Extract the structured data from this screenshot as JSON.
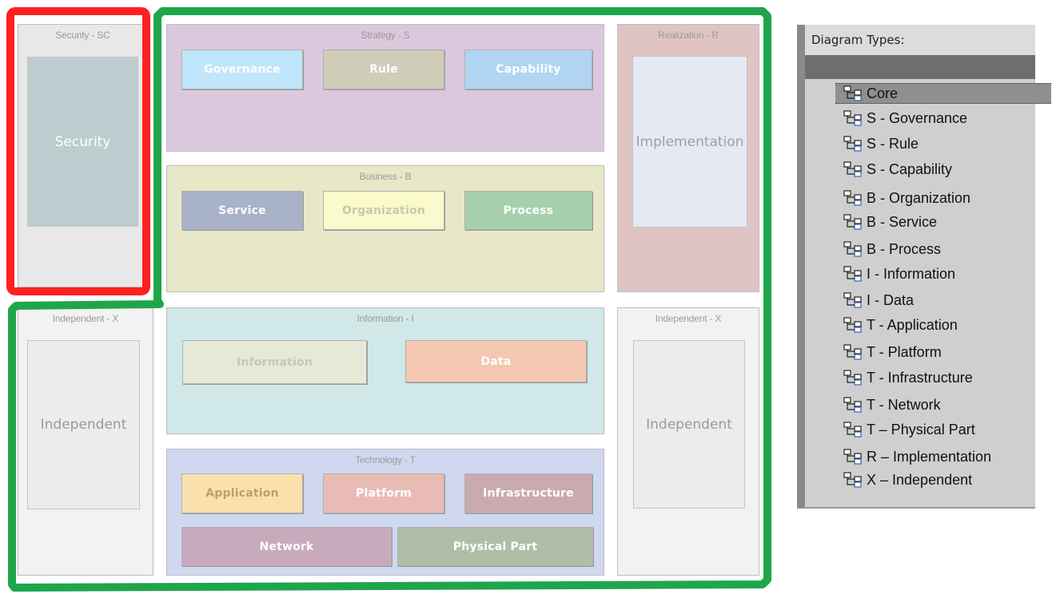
{
  "security": {
    "region_title": "Security - SC",
    "box_label": "Security"
  },
  "strategy": {
    "region_title": "Strategy - S",
    "boxes": [
      "Governance",
      "Rule",
      "Capability"
    ]
  },
  "business": {
    "region_title": "Business - B",
    "boxes": [
      "Service",
      "Organization",
      "Process"
    ]
  },
  "realization": {
    "region_title": "Realization - R",
    "box_label": "Implementation"
  },
  "independent_left": {
    "region_title": "Independent - X",
    "box_label": "Independent"
  },
  "information": {
    "region_title": "Information - I",
    "boxes": [
      "Information",
      "Data"
    ]
  },
  "independent_right": {
    "region_title": "Independent - X",
    "box_label": "Independent"
  },
  "technology": {
    "region_title": "Technology - T",
    "boxes": [
      "Application",
      "Platform",
      "Infrastructure",
      "Network",
      "Physical Part"
    ]
  },
  "diagram_types": {
    "header": "Diagram Types:",
    "items": [
      "Core",
      "S - Governance",
      "S - Rule",
      "S - Capability",
      "B - Organization",
      "B - Service",
      "B - Process",
      "I - Information",
      "I - Data",
      "T - Application",
      "T - Platform",
      "T - Infrastructure",
      "T - Network",
      "T – Physical Part",
      "R – Implementation",
      "X – Independent"
    ],
    "selected_index": 0,
    "item_icon": "diagram-tree-icon"
  },
  "colors": {
    "highlight_red": "#ff2020",
    "highlight_green": "#1fa64a",
    "strategy_bg": "#dcc8dc",
    "business_bg": "#e8e8c8",
    "information_bg": "#d0e8e8",
    "technology_bg": "#d0d8f0",
    "realization_bg": "#e0c4c4",
    "security_bg": "#e8e8e8",
    "independent_bg": "#f2f2f2"
  }
}
